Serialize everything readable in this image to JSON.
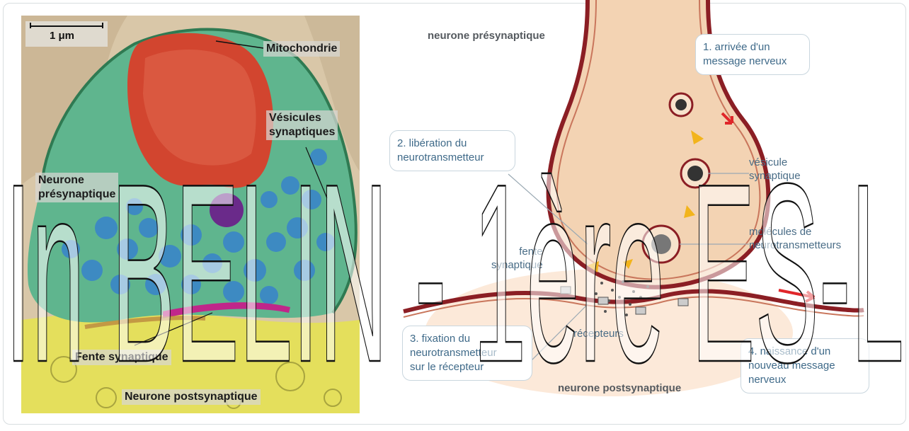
{
  "micrograph": {
    "scale_label": "1 μm",
    "labels": {
      "mitochondrie": "Mitochondrie",
      "vesicules": "Vésicules\nsynaptiques",
      "neurone_pre": "Neurone\nprésynaptique",
      "fente": "Fente synaptique",
      "neurone_post": "Neurone postsynaptique"
    },
    "colors": {
      "background": "#d9c7a8",
      "presynaptic": "#5fb58e",
      "mitochondria": "#d2452f",
      "vesicles": "#3a86c8",
      "dense_vesicle": "#6a2a8a",
      "cleft": "#c0268a",
      "postsynaptic": "#e6e25a"
    }
  },
  "schema": {
    "title_pre": "neurone présynaptique",
    "title_post": "neurone postsynaptique",
    "steps": [
      "1. arrivée d'un\nmessage nerveux",
      "2. libération du\nneurotransmetteur",
      "3. fixation du\nneurotransmetteur\nsur le récepteur",
      "4. naissance d'un\nnouveau message\nnerveux"
    ],
    "labels": {
      "vesicule": "vésicule\nsynaptique",
      "molecules": "molécules de\nneurotransmetteurs",
      "fente": "fente\nsynaptique",
      "recepteurs": "récepteurs"
    },
    "colors": {
      "text": "#3f6a89",
      "membrane": "#8b1e24",
      "terminal": "#f3d3b3",
      "arrow": "#e0262a",
      "step_arrow": "#f2b41c"
    }
  },
  "watermark": "In BELIN - 1ère ES-L"
}
